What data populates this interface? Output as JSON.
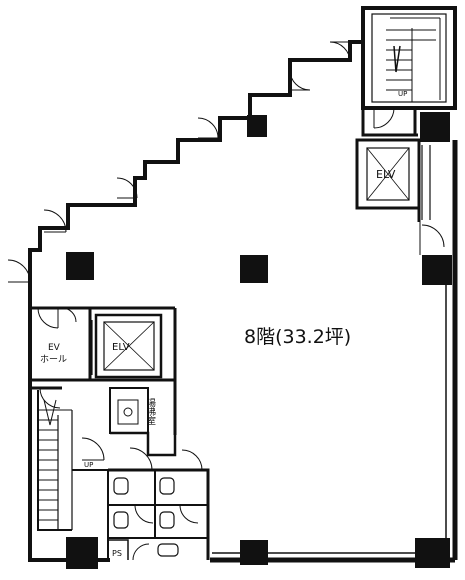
{
  "floor_label": "8階(33.2坪)",
  "labels": {
    "elv_right": "ELV",
    "elv_left": "ELV",
    "ev_hall_line1": "EV",
    "ev_hall_line2": "ホール",
    "kitchenette": "湯沸室",
    "up_top": "UP",
    "up_bottom": "UP",
    "ps": "PS"
  }
}
